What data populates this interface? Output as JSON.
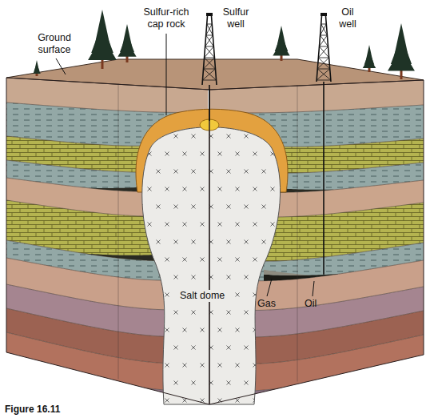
{
  "diagram": {
    "caption": "Figure 16.11",
    "labels": [
      "Ground surface",
      "Sulfur-rich cap rock",
      "Sulfur well",
      "Oil well",
      "Salt dome",
      "Gas",
      "Oil"
    ]
  }
}
